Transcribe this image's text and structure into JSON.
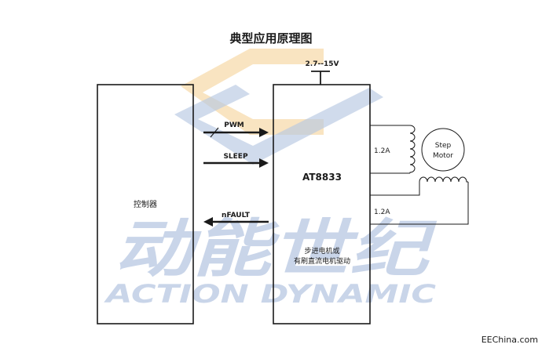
{
  "title": "典型应用原理图",
  "supply": "2.7--15V",
  "controller": {
    "label": "控制器"
  },
  "driver": {
    "name": "AT8833",
    "desc_line1": "步进电机或",
    "desc_line2": "有刷直流电机驱动"
  },
  "signals": {
    "pwm": "PWM",
    "sleep": "SLEEP",
    "nfault": "nFAULT"
  },
  "currents": {
    "a": "1.2A",
    "b": "1.2A"
  },
  "motor": {
    "line1": "Step",
    "line2": "Motor"
  },
  "watermark": {
    "cn": "动能世纪",
    "en": "ACTION DYNAMIC"
  },
  "credit": "EEChina.com",
  "colors": {
    "line": "#1a1a1a",
    "watermark_blue": "#b7c7e2",
    "watermark_orange": "#f7d9a6"
  }
}
